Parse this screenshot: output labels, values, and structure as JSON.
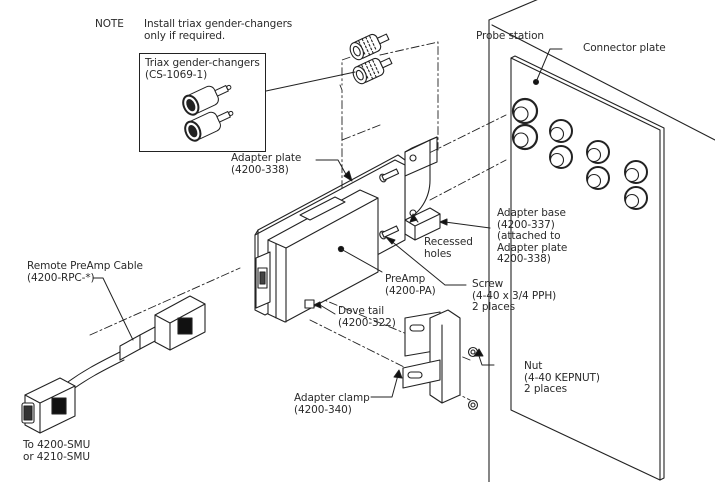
{
  "note": {
    "label": "NOTE",
    "text": "Install triax gender-changers\nonly if required."
  },
  "callouts": {
    "gender_changers": "Triax gender-changers\n(CS-1069-1)",
    "probe_station": "Probe station",
    "connector_plate": "Connector plate",
    "adapter_plate": "Adapter plate\n(4200-338)",
    "adapter_base": "Adapter base\n(4200-337)\n(attached to\nAdapter plate\n4200-338)",
    "recessed_holes": "Recessed\nholes",
    "screw": "Screw\n(4-40 x 3/4 PPH)\n2 places",
    "remote_preamp_cable": "Remote PreAmp Cable\n(4200-RPC-*)",
    "preamp": "PreAmp\n(4200-PA)",
    "dove_tail": "Dove tail\n(4200-322)",
    "nut": "Nut\n(4-40 KEPNUT)\n2 places",
    "adapter_clamp": "Adapter clamp\n(4200-340)",
    "smu_target": "To 4200-SMU\nor 4210-SMU"
  },
  "colors": {
    "line": "#222222",
    "text": "#2a2a2a",
    "background": "#ffffff"
  }
}
